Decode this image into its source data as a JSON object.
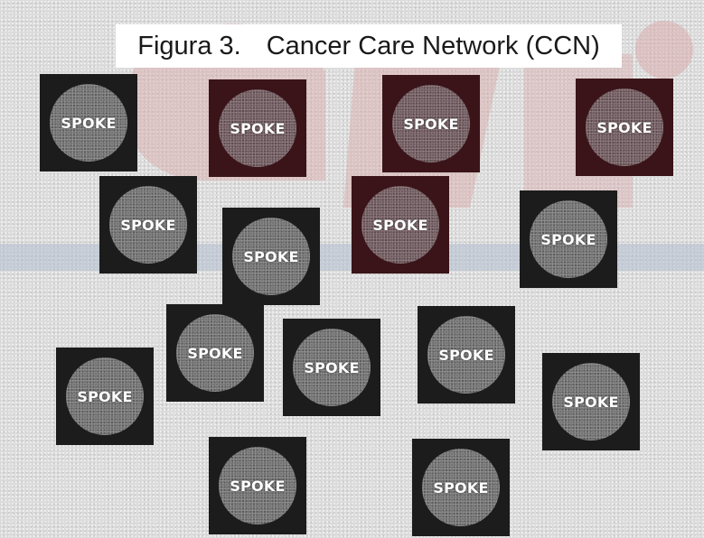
{
  "title": {
    "number": "Figura 3.",
    "text": "Cancer Care Network (CCN)"
  },
  "colors": {
    "background": "#dcdcdc",
    "spoke_box": "#1c1c1c",
    "spoke_box_alt": "#3a1418",
    "spoke_circle": "#6b6b6b",
    "spoke_label": "#ffffff",
    "watermark_red": "#d9a7a7",
    "watermark_blue": "#aebcd0"
  },
  "nodes": [
    {
      "label": "SPOKE"
    },
    {
      "label": "SPOKE"
    },
    {
      "label": "SPOKE"
    },
    {
      "label": "SPOKE"
    },
    {
      "label": "SPOKE"
    },
    {
      "label": "SPOKE"
    },
    {
      "label": "SPOKE"
    },
    {
      "label": "SPOKE"
    },
    {
      "label": "SPOKE"
    },
    {
      "label": "SPOKE"
    },
    {
      "label": "SPOKE"
    },
    {
      "label": "SPOKE"
    },
    {
      "label": "SPOKE"
    },
    {
      "label": "SPOKE"
    },
    {
      "label": "SPOKE"
    }
  ]
}
